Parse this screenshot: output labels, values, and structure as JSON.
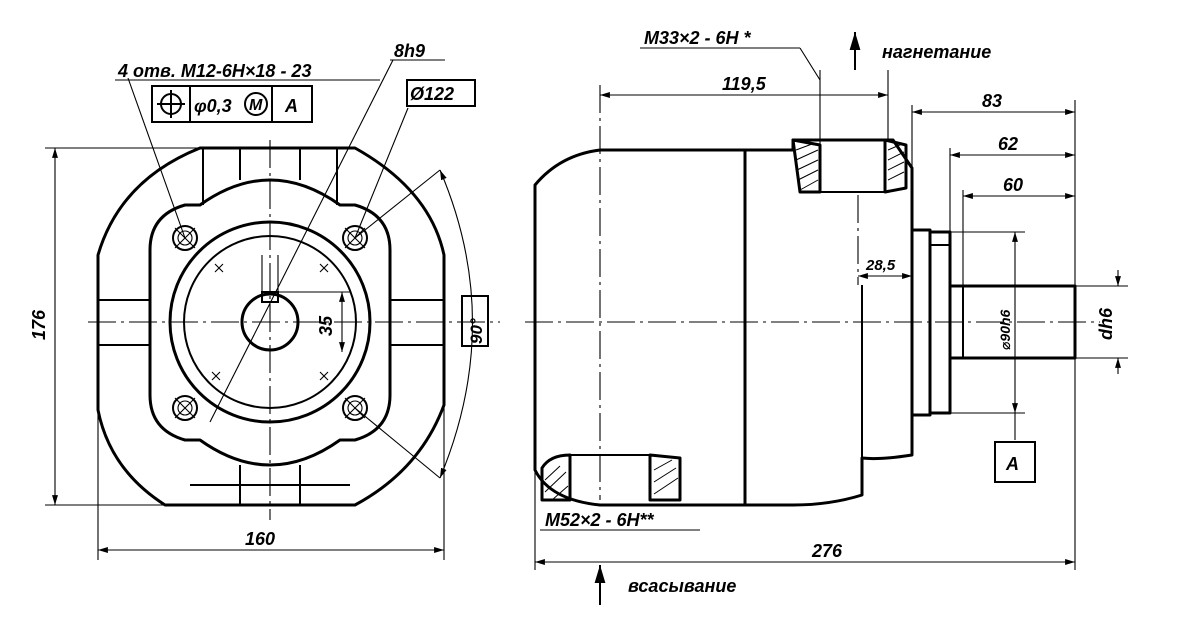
{
  "labels": {
    "holes": "4 отв. М12-6Н×18 - 23",
    "key_width": "8h9",
    "bolt_circle": "Ø122",
    "tolerance_value": "φ0,3",
    "tolerance_modifier": "M",
    "datum_ref": "A",
    "dim_height": "176",
    "dim_width": "160",
    "dim_35": "35",
    "angle_90": "90°",
    "pressure_port": "М33×2 - 6Н *",
    "pressure_label": "нагнетание",
    "dim_119_5": "119,5",
    "dim_83": "83",
    "dim_62": "62",
    "dim_60": "60",
    "dim_28_5": "28,5",
    "pilot_dia": "⌀90h6",
    "shaft_dia": "dh6",
    "datum_a": "A",
    "suction_port": "М52×2 - 6Н**",
    "dim_276": "276",
    "suction_label": "всасывание"
  }
}
